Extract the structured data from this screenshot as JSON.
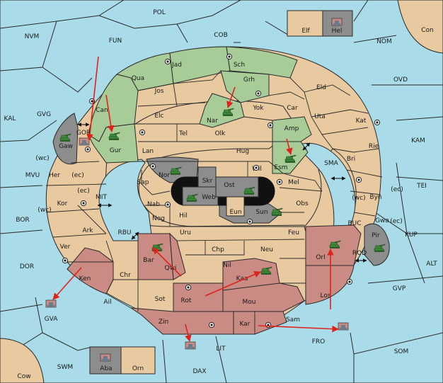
{
  "colors": {
    "sea": "#a9dce8",
    "land": "#e8c9a0",
    "green": "#a8cc98",
    "red": "#c98b84",
    "grey": "#8d8d8d",
    "army": "#3e8a3a",
    "fleet": "#6b7b8c",
    "arrow": "#e0231a",
    "black": "#111111"
  },
  "sea_labels": {
    "pol": "POL",
    "cob": "COB",
    "fun": "FUN",
    "nvm": "NVM",
    "nom": "NOM",
    "con": "Con",
    "ovd": "OVD",
    "kam": "KAM",
    "kal": "KAL",
    "gvg": "GVG",
    "mvu": "MVU",
    "bor": "BOR",
    "dor": "DOR",
    "gva": "GVA",
    "swm": "SWM",
    "cow": "Cow",
    "dax": "DAX",
    "lit": "LIT",
    "fro": "FRO",
    "som": "SOM",
    "gvp": "GVP",
    "alt": "ALT",
    "kup": "KUP",
    "tei": "TEI",
    "buc": "BUC",
    "rod": "ROD",
    "sma": "SMA",
    "mit": "MIT",
    "rbu": "RBU",
    "gor": "GOR"
  },
  "province_labels": {
    "elf": "Elf",
    "hel": "Hel",
    "jad": "Jad",
    "sch": "Sch",
    "qua": "Qua",
    "jos": "Jos",
    "grh": "Grh",
    "can": "Can",
    "elc": "Elc",
    "nar": "Nar",
    "yok": "Yok",
    "car": "Car",
    "eld": "Eld",
    "uta": "Uta",
    "kat": "Kat",
    "tel": "Tel",
    "olk": "Olk",
    "amp": "Amp",
    "gur": "Gur",
    "lan": "Lan",
    "hug": "Hug",
    "rie": "Rie",
    "gaw": "Gaw",
    "esm": "Esm",
    "bri": "Bri",
    "wil": "Wil",
    "nor": "Nor",
    "skr": "Skr",
    "ost": "Ost",
    "mel": "Mel",
    "her": "Her",
    "sap": "Sap",
    "web": "Web",
    "byn": "Byn",
    "kor": "Kor",
    "nab": "Nab",
    "eun": "Eun",
    "sun": "Sun",
    "obs": "Obs",
    "gwa": "Gwa",
    "hil": "Hil",
    "nog": "Nog",
    "pir": "Pir",
    "ark": "Ark",
    "uru": "Uru",
    "feu": "Feu",
    "chp": "Chp",
    "neu": "Neu",
    "orl": "Orl",
    "ver": "Ver",
    "bar": "Bar",
    "qwi": "Qwi",
    "nil": "Nil",
    "ken": "Ken",
    "chr": "Chr",
    "kaa": "Kaa",
    "los": "Los",
    "rot": "Rot",
    "sot": "Sot",
    "ail": "Ail",
    "mou": "Mou",
    "zin": "Zin",
    "kar": "Kar",
    "sam": "Sam",
    "aba": "Aba",
    "orn": "Orn"
  },
  "coast_labels": {
    "wc_gaw": "(wc)",
    "ec_her": "(ec)",
    "ec_kor": "(ec)",
    "wc_kor": "(wc)",
    "wc_byn": "(wc)",
    "ec_byn": "(ec)",
    "ec_gwa": "(ec)"
  }
}
